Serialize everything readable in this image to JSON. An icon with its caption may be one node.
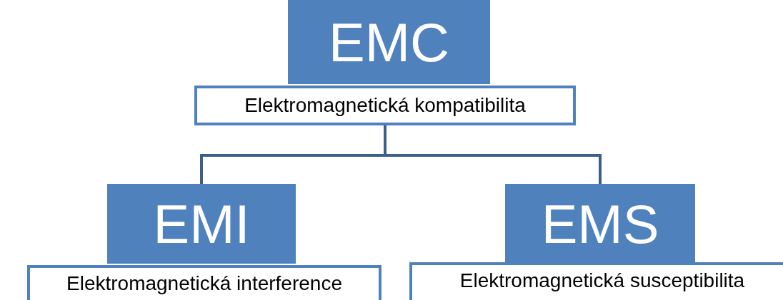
{
  "diagram": {
    "nodes": [
      {
        "text": [
          "EMC"
        ]
      },
      {
        "text": [
          "Elektromagnetická kompatibilita"
        ]
      },
      {
        "text": [
          "EMI"
        ]
      },
      {
        "text": [
          "Elektromagnetická interference"
        ]
      },
      {
        "text": [
          "EMS"
        ]
      },
      {
        "text": [
          "Elektromagnetická susceptibilita"
        ]
      }
    ],
    "edges": [
      {
        "from": 1,
        "to": 2,
        "arrow": "none"
      },
      {
        "from": 1,
        "to": 4,
        "arrow": "none"
      }
    ]
  }
}
